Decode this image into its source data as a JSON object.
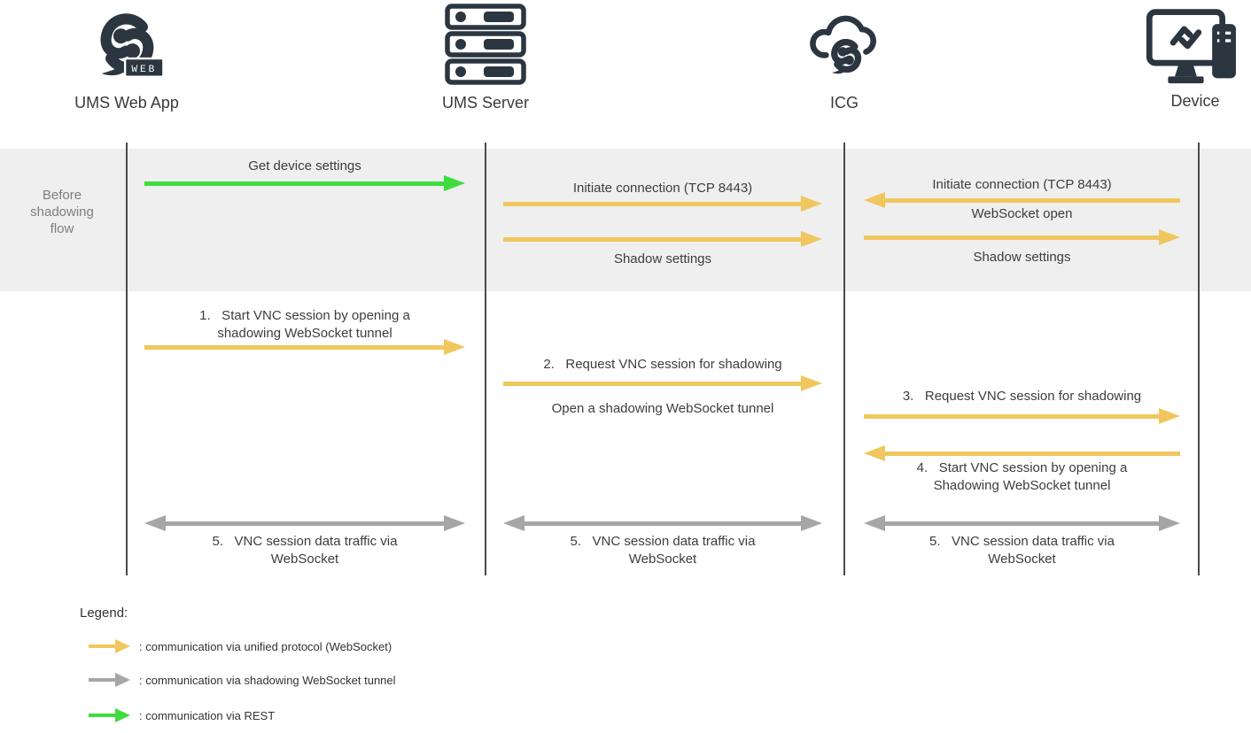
{
  "title": "Shadowing flow sequence diagram",
  "colors": {
    "ink": "#2b3640",
    "text": "#3d3d3d",
    "muted": "#7e7e7e",
    "band": "#efefef",
    "lifeline": "#4a4a4a",
    "yellow": "#f0c75e",
    "gray": "#a6a6a6",
    "green": "#3fdc3f"
  },
  "actors": [
    {
      "label": "UMS Web App",
      "icon": "ums-web-logo-icon",
      "badge": "WEB"
    },
    {
      "label": "UMS Server",
      "icon": "server-rack-icon"
    },
    {
      "label": "ICG",
      "icon": "icg-cloud-icon"
    },
    {
      "label": "Device",
      "icon": "device-monitor-icon"
    }
  ],
  "band_label": "Before\nshadowing\nflow",
  "messages": [
    {
      "id": "get-device-settings",
      "lane": "ums-webapp-to-ums-server",
      "protocol": "rest",
      "direction": "right",
      "label_above": "Get device settings"
    },
    {
      "id": "initiate-connection-server-to-icg",
      "lane": "ums-server-to-icg",
      "protocol": "unified-websocket",
      "direction": "right",
      "label_above": "Initiate connection (TCP 8443)"
    },
    {
      "id": "shadow-settings-server-to-icg",
      "lane": "ums-server-to-icg",
      "protocol": "unified-websocket",
      "direction": "right",
      "label_below": "Shadow settings"
    },
    {
      "id": "initiate-connection-device-to-icg",
      "lane": "icg-to-device",
      "protocol": "unified-websocket",
      "direction": "left",
      "label_above": "Initiate connection (TCP 8443)",
      "label_below": "WebSocket open"
    },
    {
      "id": "shadow-settings-icg-to-device",
      "lane": "icg-to-device",
      "protocol": "unified-websocket",
      "direction": "right",
      "label_below": "Shadow settings"
    },
    {
      "id": "step-1-start-vnc",
      "lane": "ums-webapp-to-ums-server",
      "protocol": "unified-websocket",
      "direction": "right",
      "label_above": "1.   Start VNC session by opening a\nshadowing WebSocket tunnel"
    },
    {
      "id": "step-2-request-vnc",
      "lane": "ums-server-to-icg",
      "protocol": "unified-websocket",
      "direction": "right",
      "label_above": "2.   Request VNC session for shadowing",
      "label_below": "Open a shadowing WebSocket tunnel"
    },
    {
      "id": "step-3-request-vnc",
      "lane": "icg-to-device",
      "protocol": "unified-websocket",
      "direction": "right",
      "label_above": "3.   Request VNC session for shadowing"
    },
    {
      "id": "step-4-start-vnc",
      "lane": "icg-to-device",
      "protocol": "unified-websocket",
      "direction": "left",
      "label_below": "4.   Start VNC session by opening a\nShadowing WebSocket tunnel"
    },
    {
      "id": "step-5-webapp-server",
      "lane": "ums-webapp-to-ums-server",
      "protocol": "shadowing-websocket-tunnel",
      "direction": "both",
      "label_below": "5.   VNC session data traffic via\nWebSocket"
    },
    {
      "id": "step-5-server-icg",
      "lane": "ums-server-to-icg",
      "protocol": "shadowing-websocket-tunnel",
      "direction": "both",
      "label_below": "5.   VNC session data traffic via\nWebSocket"
    },
    {
      "id": "step-5-icg-device",
      "lane": "icg-to-device",
      "protocol": "shadowing-websocket-tunnel",
      "direction": "both",
      "label_below": "5.   VNC session data traffic via\nWebSocket"
    }
  ],
  "legend": {
    "title": "Legend:",
    "items": [
      {
        "swatch": "yellow",
        "label": ": communication via unified protocol (WebSocket)"
      },
      {
        "swatch": "gray",
        "label": ": communication via shadowing WebSocket tunnel"
      },
      {
        "swatch": "green",
        "label": ": communication via REST"
      }
    ]
  }
}
